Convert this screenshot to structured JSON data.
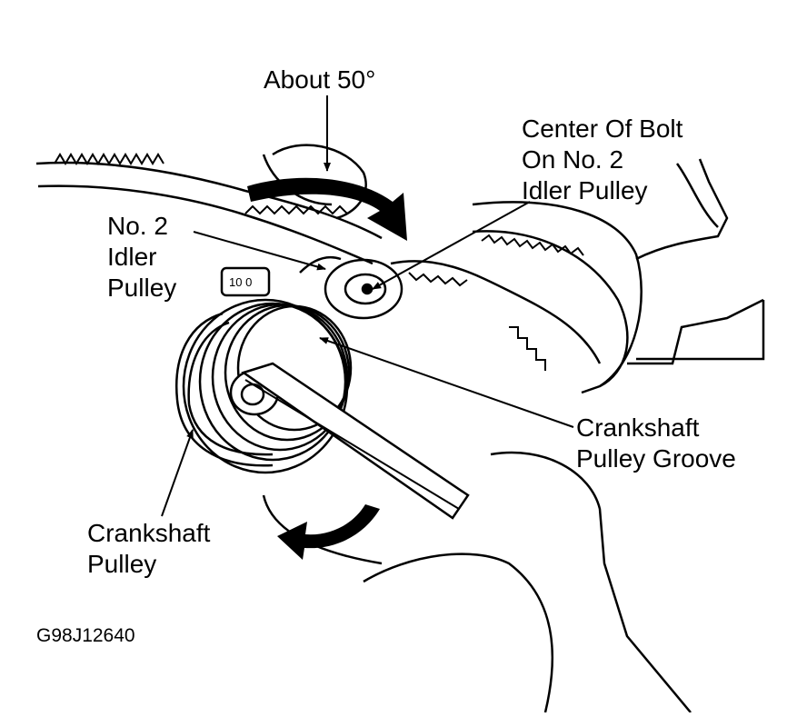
{
  "labels": {
    "angle": "About 50°",
    "bolt_center": [
      "Center Of Bolt",
      "On No. 2",
      "Idler Pulley"
    ],
    "idler_pulley": [
      "No. 2",
      "Idler",
      "Pulley"
    ],
    "pulley_groove": [
      "Crankshaft",
      "Pulley Groove"
    ],
    "crankshaft_pulley": [
      "Crankshaft",
      "Pulley"
    ]
  },
  "figure_id": "G98J12640",
  "colors": {
    "ink": "#000000",
    "paper": "#ffffff"
  }
}
